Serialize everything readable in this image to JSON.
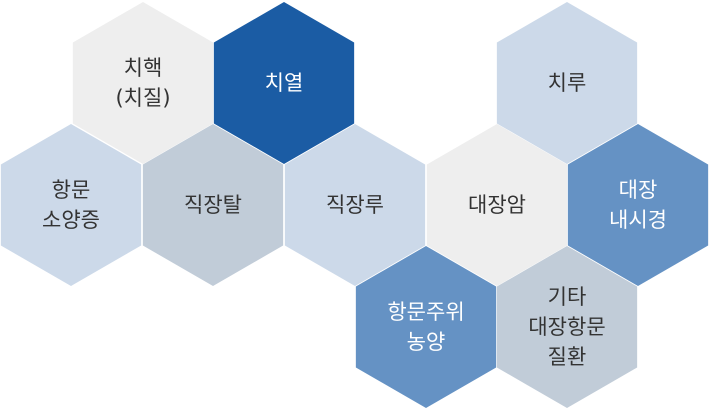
{
  "colors": {
    "light_gray": "#eeeeee",
    "light_blue": "#ccd9e9",
    "gray_blue": "#c1ccd8",
    "mid_blue": "#6592c4",
    "dark_blue": "#1b5ca4",
    "dark_text": "#333333",
    "white_text": "#ffffff"
  },
  "hexes": [
    {
      "id": "chihaek",
      "lines": [
        "치핵",
        "(치질)"
      ],
      "fill": "light_gray",
      "text": "dark_text"
    },
    {
      "id": "chiyeol",
      "lines": [
        "치열"
      ],
      "fill": "dark_blue",
      "text": "white_text"
    },
    {
      "id": "chiru",
      "lines": [
        "치루"
      ],
      "fill": "light_blue",
      "text": "dark_text"
    },
    {
      "id": "hangmun-soyangjeung",
      "lines": [
        "항문",
        "소양증"
      ],
      "fill": "light_blue",
      "text": "dark_text"
    },
    {
      "id": "jikjangtal",
      "lines": [
        "직장탈"
      ],
      "fill": "gray_blue",
      "text": "dark_text"
    },
    {
      "id": "jikjangru",
      "lines": [
        "직장루"
      ],
      "fill": "light_blue",
      "text": "dark_text"
    },
    {
      "id": "daejangam",
      "lines": [
        "대장암"
      ],
      "fill": "light_gray",
      "text": "dark_text"
    },
    {
      "id": "daejang-naesigyeong",
      "lines": [
        "대장",
        "내시경"
      ],
      "fill": "mid_blue",
      "text": "white_text"
    },
    {
      "id": "hangmun-juwi-nongyang",
      "lines": [
        "항문주위",
        "농양"
      ],
      "fill": "mid_blue",
      "text": "white_text"
    },
    {
      "id": "gita-daejang-hangmun-jilhwan",
      "lines": [
        "기타",
        "대장항문",
        "질환"
      ],
      "fill": "gray_blue",
      "text": "dark_text"
    }
  ]
}
